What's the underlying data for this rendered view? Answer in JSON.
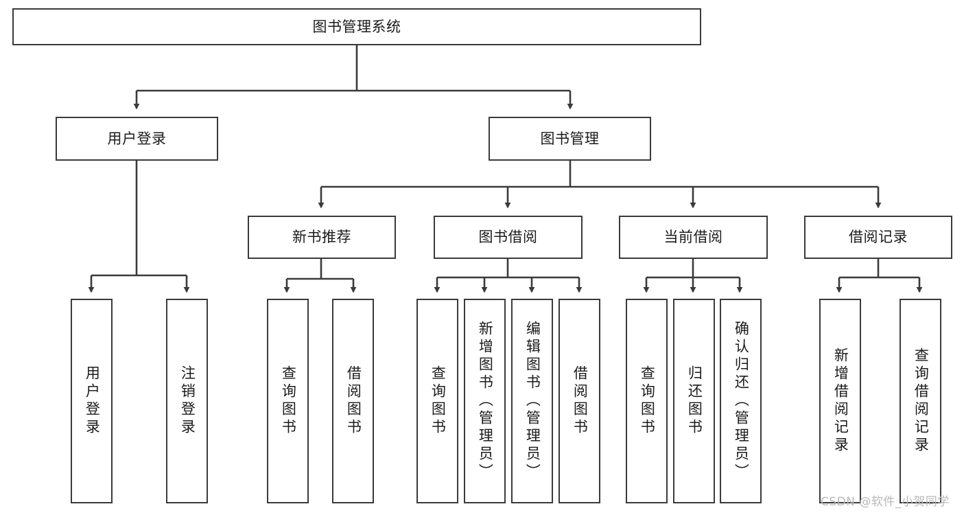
{
  "diagram": {
    "title": "图书管理系统",
    "watermark": "CSDN @软件_小贺同学",
    "line_color": "#3a3a3a",
    "box_fill": "#ffffff",
    "text_color": "#1b1b1b",
    "watermark_color": "#b9b9b9",
    "levels": {
      "root": {
        "label": "图书管理系统"
      },
      "level2": [
        {
          "label": "用户登录"
        },
        {
          "label": "图书管理"
        }
      ],
      "level3": [
        {
          "label": "新书推荐"
        },
        {
          "label": "图书借阅"
        },
        {
          "label": "当前借阅"
        },
        {
          "label": "借阅记录"
        }
      ],
      "leaves": [
        {
          "label": "用户登录",
          "parent": "用户登录"
        },
        {
          "label": "注销登录",
          "parent": "用户登录"
        },
        {
          "label": "查询图书",
          "parent": "新书推荐"
        },
        {
          "label": "借阅图书",
          "parent": "新书推荐"
        },
        {
          "label": "查询图书",
          "parent": "图书借阅"
        },
        {
          "label": "新增图书（管理员）",
          "parent": "图书借阅"
        },
        {
          "label": "编辑图书（管理员）",
          "parent": "图书借阅"
        },
        {
          "label": "借阅图书",
          "parent": "图书借阅"
        },
        {
          "label": "查询图书",
          "parent": "当前借阅"
        },
        {
          "label": "归还图书",
          "parent": "当前借阅"
        },
        {
          "label": "确认归还（管理员）",
          "parent": "当前借阅"
        },
        {
          "label": "新增借阅记录",
          "parent": "借阅记录"
        },
        {
          "label": "查询借阅记录",
          "parent": "借阅记录"
        }
      ]
    }
  }
}
